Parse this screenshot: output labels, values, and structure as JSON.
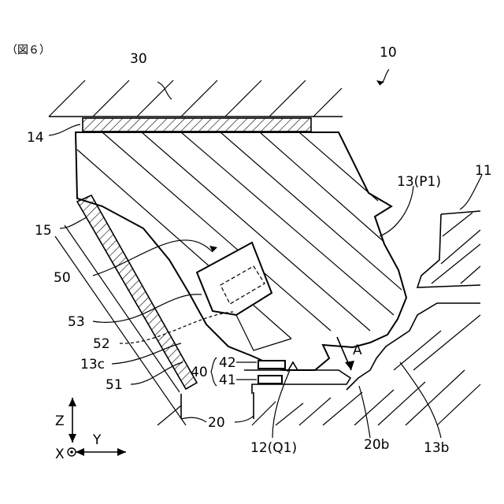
{
  "figure_label": "（図６）",
  "labels": {
    "l10": "10",
    "l30": "30",
    "l14": "14",
    "l13p1": "13(P1)",
    "l11": "11",
    "l15": "15",
    "l50": "50",
    "l53": "53",
    "l52": "52",
    "l13c": "13c",
    "l51": "51",
    "l40": "40",
    "l42": "42",
    "l41": "41",
    "lA": "A",
    "l20": "20",
    "l12q1": "12(Q1)",
    "l20b": "20b",
    "l13b": "13b"
  },
  "axes": {
    "z": "Z",
    "y": "Y",
    "x": "X"
  }
}
